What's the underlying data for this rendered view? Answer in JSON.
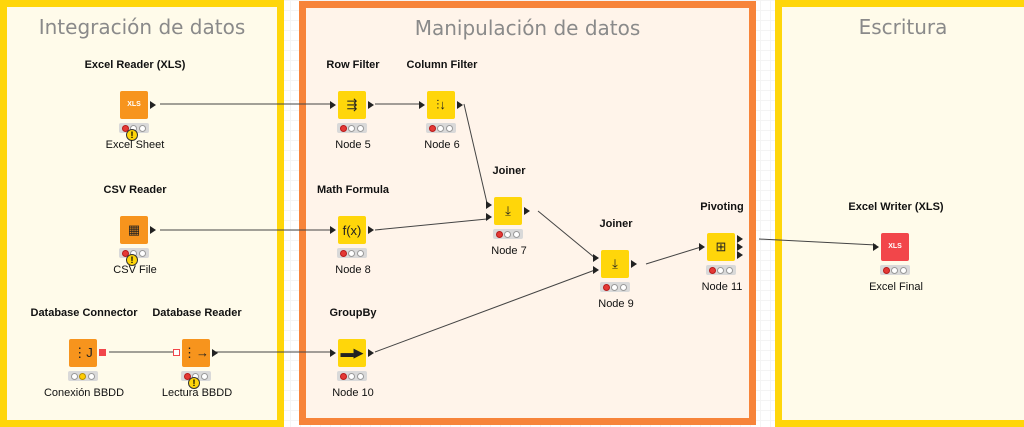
{
  "annotations": {
    "integration": "Integración de datos",
    "manipulation": "Manipulación de datos",
    "writing": "Escritura"
  },
  "nodes": {
    "excel_reader": {
      "title": "Excel Reader (XLS)",
      "label": "Excel Sheet",
      "icon_text": "XLS"
    },
    "csv_reader": {
      "title": "CSV Reader",
      "label": "CSV File"
    },
    "db_connector": {
      "title": "Database Connector",
      "label": "Conexión BBDD"
    },
    "db_reader": {
      "title": "Database Reader",
      "label": "Lectura BBDD"
    },
    "row_filter": {
      "title": "Row Filter",
      "label": "Node 5"
    },
    "column_filter": {
      "title": "Column Filter",
      "label": "Node 6"
    },
    "math_formula": {
      "title": "Math Formula",
      "label": "Node 8"
    },
    "groupby": {
      "title": "GroupBy",
      "label": "Node 10"
    },
    "joiner1": {
      "title": "Joiner",
      "label": "Node 7"
    },
    "joiner2": {
      "title": "Joiner",
      "label": "Node 9"
    },
    "pivoting": {
      "title": "Pivoting",
      "label": "Node 11"
    },
    "excel_writer": {
      "title": "Excel Writer (XLS)",
      "label": "Excel Final",
      "icon_text": "XLS"
    }
  },
  "colors": {
    "yellow_annotation": "#ffd60a",
    "orange_annotation": "#f7843a",
    "source_node": "#f7941d",
    "manipulator_node": "#ffd60a",
    "sink_node": "#f2464a"
  }
}
